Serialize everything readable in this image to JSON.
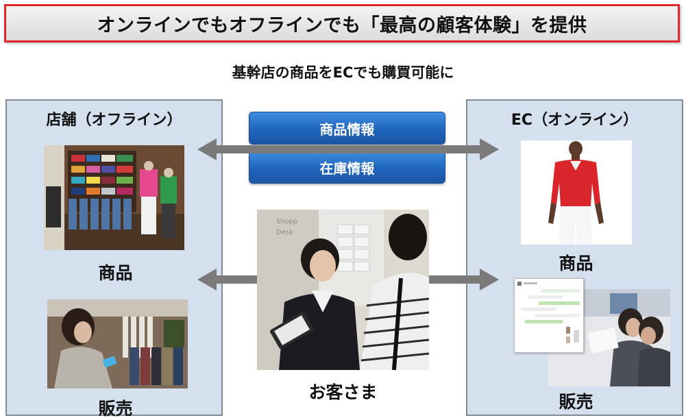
{
  "title": "オンラインでもオフラインでも「最高の顧客体験」を提供",
  "subtitle": "基幹店の商品をECでも購買可能に",
  "left_panel": {
    "title": "店舗（オフライン）",
    "product_label": "商品",
    "sales_label": "販売"
  },
  "right_panel": {
    "title": "EC（オンライン）",
    "product_label": "商品",
    "sales_label": "販売"
  },
  "center": {
    "info_buttons": [
      "商品情報",
      "在庫情報"
    ],
    "customer_label": "お客さま",
    "sign_text_1": "Shopp",
    "sign_text_2": "Desk"
  },
  "colors": {
    "title_border": "#e0262a",
    "panel_bg": "#d5e0ef",
    "pill_blue": "#1f64bd",
    "arrow_gray": "#7a7a7a"
  }
}
